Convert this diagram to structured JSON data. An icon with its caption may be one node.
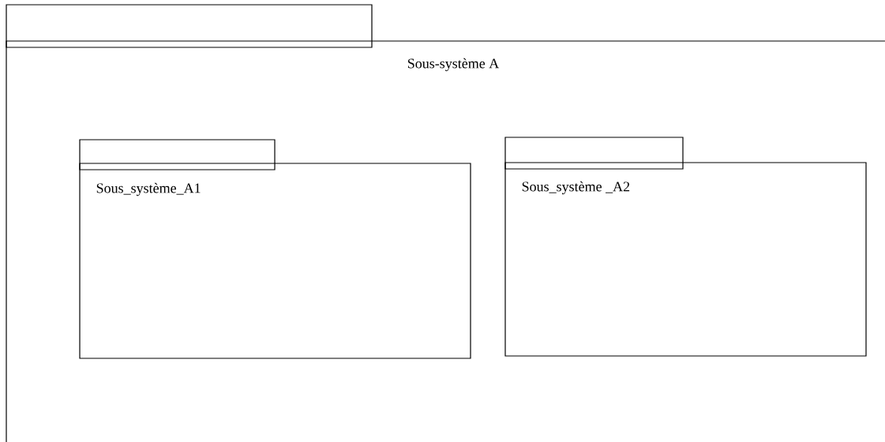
{
  "diagram": {
    "nodes": [
      {
        "text": [
          "Sous-système A"
        ]
      },
      {
        "text": [
          "Sous_système_A1"
        ],
        "in": 0
      },
      {
        "text": [
          "Sous_système _A2"
        ],
        "in": 0
      }
    ]
  }
}
